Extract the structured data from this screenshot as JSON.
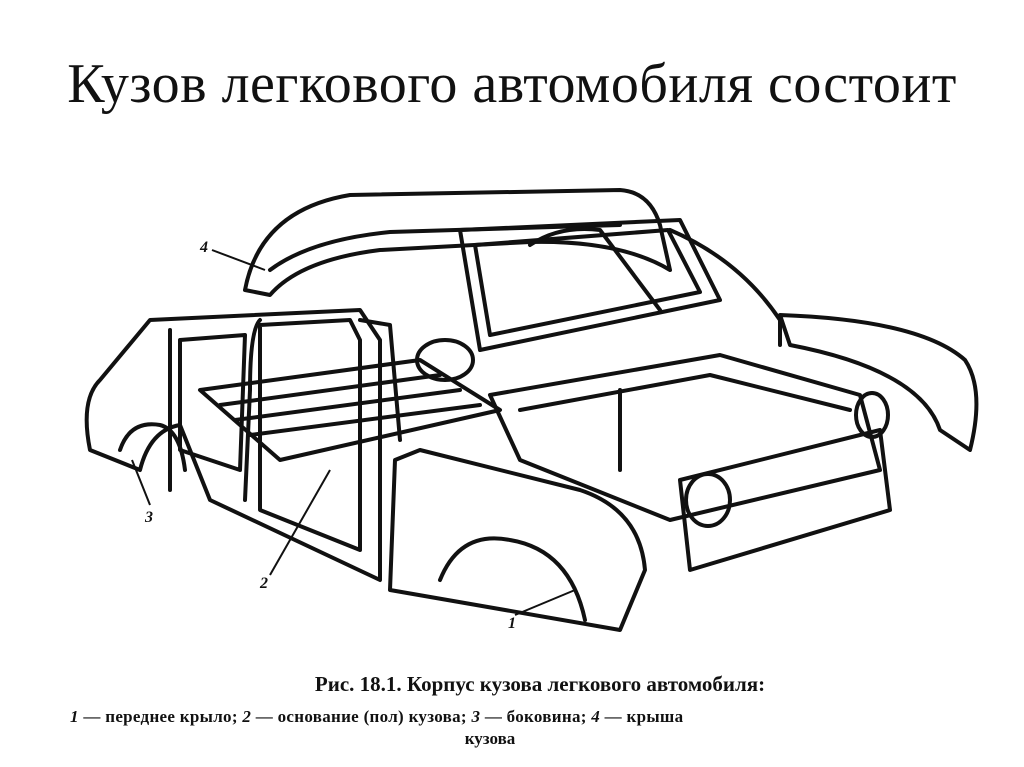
{
  "slide": {
    "title": "Кузов легкового автомобиля состоит"
  },
  "figure": {
    "callouts": {
      "c1": "1",
      "c2": "2",
      "c3": "3",
      "c4": "4"
    },
    "caption_title": "Рис. 18.1. Корпус кузова легкового автомобиля:",
    "legend": [
      {
        "num": "1",
        "text": "— переднее крыло;"
      },
      {
        "num": "2",
        "text": "— основание (пол) кузова;"
      },
      {
        "num": "3",
        "text": "— боковина;"
      },
      {
        "num": "4",
        "text": "— крыша"
      }
    ],
    "legend_tail": "кузова"
  }
}
